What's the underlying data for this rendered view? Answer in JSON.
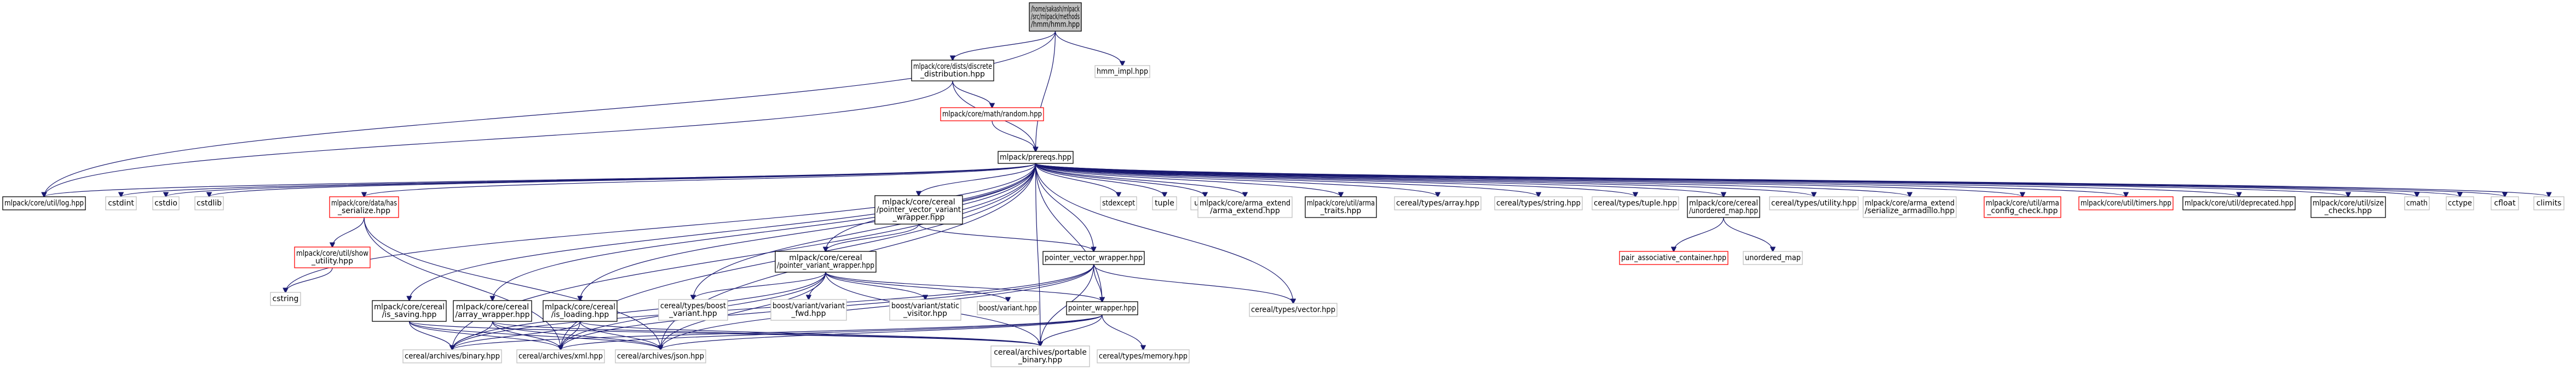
{
  "graph": {
    "root": "root",
    "nodes": [
      {
        "id": "root",
        "kind": "root",
        "lines": [
          "/home/sakash/mlpack",
          "/src/mlpack/methods",
          "/hmm/hmm.hpp"
        ]
      },
      {
        "id": "discrete",
        "kind": "doc",
        "lines": [
          "mlpack/core/dists/discrete",
          "_distribution.hpp"
        ]
      },
      {
        "id": "hmm_impl",
        "kind": "plain",
        "lines": [
          "hmm_impl.hpp"
        ]
      },
      {
        "id": "random",
        "kind": "red",
        "lines": [
          "mlpack/core/math/random.hpp"
        ]
      },
      {
        "id": "prereqs",
        "kind": "doc",
        "lines": [
          "mlpack/prereqs.hpp"
        ]
      },
      {
        "id": "log",
        "kind": "doc",
        "lines": [
          "mlpack/core/util/log.hpp"
        ]
      },
      {
        "id": "cstdint",
        "kind": "plain",
        "lines": [
          "cstdint"
        ]
      },
      {
        "id": "cstdio",
        "kind": "plain",
        "lines": [
          "cstdio"
        ]
      },
      {
        "id": "cstdlib",
        "kind": "plain",
        "lines": [
          "cstdlib"
        ]
      },
      {
        "id": "has_serialize",
        "kind": "red",
        "lines": [
          "mlpack/core/data/has",
          "_serialize.hpp"
        ]
      },
      {
        "id": "pvv_wrapper",
        "kind": "doc",
        "lines": [
          "mlpack/core/cereal",
          "/pointer_vector_variant",
          "_wrapper.hpp"
        ]
      },
      {
        "id": "stdexcept",
        "kind": "plain",
        "lines": [
          "stdexcept"
        ]
      },
      {
        "id": "tuple",
        "kind": "plain",
        "lines": [
          "tuple"
        ]
      },
      {
        "id": "utility",
        "kind": "plain",
        "lines": [
          "utility"
        ]
      },
      {
        "id": "arma_extend",
        "kind": "plain",
        "lines": [
          "mlpack/core/arma_extend",
          "/arma_extend.hpp"
        ]
      },
      {
        "id": "arma_traits",
        "kind": "doc",
        "lines": [
          "mlpack/core/util/arma",
          "_traits.hpp"
        ]
      },
      {
        "id": "array_hpp",
        "kind": "plain",
        "lines": [
          "cereal/types/array.hpp"
        ]
      },
      {
        "id": "string_hpp",
        "kind": "plain",
        "lines": [
          "cereal/types/string.hpp"
        ]
      },
      {
        "id": "tuple_hpp",
        "kind": "plain",
        "lines": [
          "cereal/types/tuple.hpp"
        ]
      },
      {
        "id": "unordered_map_w",
        "kind": "doc",
        "lines": [
          "mlpack/core/cereal",
          "/unordered_map.hpp"
        ]
      },
      {
        "id": "utility_hpp",
        "kind": "plain",
        "lines": [
          "cereal/types/utility.hpp"
        ]
      },
      {
        "id": "serialize_armadillo",
        "kind": "plain",
        "lines": [
          "mlpack/core/arma_extend",
          "/serialize_armadillo.hpp"
        ]
      },
      {
        "id": "arma_config_check",
        "kind": "red",
        "lines": [
          "mlpack/core/util/arma",
          "_config_check.hpp"
        ]
      },
      {
        "id": "timers",
        "kind": "red",
        "lines": [
          "mlpack/core/util/timers.hpp"
        ]
      },
      {
        "id": "deprecated",
        "kind": "doc",
        "lines": [
          "mlpack/core/util/deprecated.hpp"
        ]
      },
      {
        "id": "size_checks",
        "kind": "doc",
        "lines": [
          "mlpack/core/util/size",
          "_checks.hpp"
        ]
      },
      {
        "id": "cmath",
        "kind": "plain",
        "lines": [
          "cmath"
        ]
      },
      {
        "id": "cctype",
        "kind": "plain",
        "lines": [
          "cctype"
        ]
      },
      {
        "id": "cfloat",
        "kind": "plain",
        "lines": [
          "cfloat"
        ]
      },
      {
        "id": "climits",
        "kind": "plain",
        "lines": [
          "climits"
        ]
      },
      {
        "id": "show_utility",
        "kind": "red",
        "lines": [
          "mlpack/core/util/show",
          "_utility.hpp"
        ]
      },
      {
        "id": "cstring",
        "kind": "plain",
        "lines": [
          "cstring"
        ]
      },
      {
        "id": "pv_wrapper",
        "kind": "doc",
        "lines": [
          "mlpack/core/cereal",
          "/pointer_variant_wrapper.hpp"
        ]
      },
      {
        "id": "pointer_vector_wrapper",
        "kind": "doc",
        "lines": [
          "pointer_vector_wrapper.hpp"
        ]
      },
      {
        "id": "pair_assoc",
        "kind": "red",
        "lines": [
          "pair_associative_container.hpp"
        ]
      },
      {
        "id": "unordered_map",
        "kind": "plain",
        "lines": [
          "unordered_map"
        ]
      },
      {
        "id": "boost_variant_cereal",
        "kind": "plain",
        "lines": [
          "cereal/types/boost",
          "_variant.hpp"
        ]
      },
      {
        "id": "variant_fwd",
        "kind": "plain",
        "lines": [
          "boost/variant/variant",
          "_fwd.hpp"
        ]
      },
      {
        "id": "static_visitor",
        "kind": "plain",
        "lines": [
          "boost/variant/static",
          "_visitor.hpp"
        ]
      },
      {
        "id": "boost_variant",
        "kind": "plain",
        "lines": [
          "boost/variant.hpp"
        ]
      },
      {
        "id": "pointer_wrapper",
        "kind": "doc",
        "lines": [
          "pointer_wrapper.hpp"
        ]
      },
      {
        "id": "vector_hpp",
        "kind": "plain",
        "lines": [
          "cereal/types/vector.hpp"
        ]
      },
      {
        "id": "is_saving",
        "kind": "doc",
        "lines": [
          "mlpack/core/cereal",
          "/is_saving.hpp"
        ]
      },
      {
        "id": "array_wrapper",
        "kind": "doc",
        "lines": [
          "mlpack/core/cereal",
          "/array_wrapper.hpp"
        ]
      },
      {
        "id": "is_loading",
        "kind": "doc",
        "lines": [
          "mlpack/core/cereal",
          "/is_loading.hpp"
        ]
      },
      {
        "id": "binary",
        "kind": "plain",
        "lines": [
          "cereal/archives/binary.hpp"
        ]
      },
      {
        "id": "xml",
        "kind": "plain",
        "lines": [
          "cereal/archives/xml.hpp"
        ]
      },
      {
        "id": "json",
        "kind": "plain",
        "lines": [
          "cereal/archives/json.hpp"
        ]
      },
      {
        "id": "portable_binary",
        "kind": "plain",
        "lines": [
          "cereal/archives/portable",
          "_binary.hpp"
        ]
      },
      {
        "id": "memory_hpp",
        "kind": "plain",
        "lines": [
          "cereal/types/memory.hpp"
        ]
      }
    ],
    "edges": [
      [
        "root",
        "discrete"
      ],
      [
        "root",
        "hmm_impl"
      ],
      [
        "root",
        "prereqs"
      ],
      [
        "root",
        "log"
      ],
      [
        "discrete",
        "random"
      ],
      [
        "discrete",
        "prereqs"
      ],
      [
        "discrete",
        "log"
      ],
      [
        "random",
        "prereqs"
      ],
      [
        "prereqs",
        "log"
      ],
      [
        "prereqs",
        "cstdint"
      ],
      [
        "prereqs",
        "cstdio"
      ],
      [
        "prereqs",
        "cstdlib"
      ],
      [
        "prereqs",
        "has_serialize"
      ],
      [
        "prereqs",
        "pvv_wrapper"
      ],
      [
        "prereqs",
        "stdexcept"
      ],
      [
        "prereqs",
        "tuple"
      ],
      [
        "prereqs",
        "utility"
      ],
      [
        "prereqs",
        "arma_extend"
      ],
      [
        "prereqs",
        "arma_traits"
      ],
      [
        "prereqs",
        "array_hpp"
      ],
      [
        "prereqs",
        "string_hpp"
      ],
      [
        "prereqs",
        "tuple_hpp"
      ],
      [
        "prereqs",
        "unordered_map_w"
      ],
      [
        "prereqs",
        "utility_hpp"
      ],
      [
        "prereqs",
        "serialize_armadillo"
      ],
      [
        "prereqs",
        "arma_config_check"
      ],
      [
        "prereqs",
        "timers"
      ],
      [
        "prereqs",
        "deprecated"
      ],
      [
        "prereqs",
        "size_checks"
      ],
      [
        "prereqs",
        "cmath"
      ],
      [
        "prereqs",
        "cctype"
      ],
      [
        "prereqs",
        "cfloat"
      ],
      [
        "prereqs",
        "climits"
      ],
      [
        "prereqs",
        "cstring"
      ],
      [
        "prereqs",
        "pv_wrapper"
      ],
      [
        "prereqs",
        "pointer_vector_wrapper"
      ],
      [
        "prereqs",
        "pointer_wrapper"
      ],
      [
        "prereqs",
        "boost_variant_cereal"
      ],
      [
        "prereqs",
        "vector_hpp"
      ],
      [
        "prereqs",
        "is_saving"
      ],
      [
        "prereqs",
        "array_wrapper"
      ],
      [
        "prereqs",
        "is_loading"
      ],
      [
        "prereqs",
        "binary"
      ],
      [
        "prereqs",
        "xml"
      ],
      [
        "prereqs",
        "json"
      ],
      [
        "prereqs",
        "portable_binary"
      ],
      [
        "has_serialize",
        "show_utility"
      ],
      [
        "show_utility",
        "cstring"
      ],
      [
        "has_serialize",
        "xml"
      ],
      [
        "has_serialize",
        "json"
      ],
      [
        "pvv_wrapper",
        "pv_wrapper"
      ],
      [
        "pvv_wrapper",
        "pointer_vector_wrapper"
      ],
      [
        "unordered_map_w",
        "pair_assoc"
      ],
      [
        "unordered_map_w",
        "unordered_map"
      ],
      [
        "pv_wrapper",
        "boost_variant_cereal"
      ],
      [
        "pv_wrapper",
        "variant_fwd"
      ],
      [
        "pv_wrapper",
        "static_visitor"
      ],
      [
        "pv_wrapper",
        "boost_variant"
      ],
      [
        "pv_wrapper",
        "pointer_wrapper"
      ],
      [
        "pv_wrapper",
        "binary"
      ],
      [
        "pv_wrapper",
        "xml"
      ],
      [
        "pv_wrapper",
        "json"
      ],
      [
        "pv_wrapper",
        "portable_binary"
      ],
      [
        "pointer_vector_wrapper",
        "pointer_wrapper"
      ],
      [
        "pointer_vector_wrapper",
        "vector_hpp"
      ],
      [
        "pointer_vector_wrapper",
        "binary"
      ],
      [
        "pointer_vector_wrapper",
        "xml"
      ],
      [
        "pointer_vector_wrapper",
        "json"
      ],
      [
        "pointer_vector_wrapper",
        "portable_binary"
      ],
      [
        "pointer_wrapper",
        "memory_hpp"
      ],
      [
        "pointer_wrapper",
        "binary"
      ],
      [
        "pointer_wrapper",
        "xml"
      ],
      [
        "pointer_wrapper",
        "json"
      ],
      [
        "pointer_wrapper",
        "portable_binary"
      ],
      [
        "is_saving",
        "binary"
      ],
      [
        "is_saving",
        "xml"
      ],
      [
        "is_saving",
        "json"
      ],
      [
        "is_saving",
        "portable_binary"
      ],
      [
        "array_wrapper",
        "binary"
      ],
      [
        "array_wrapper",
        "xml"
      ],
      [
        "array_wrapper",
        "json"
      ],
      [
        "array_wrapper",
        "portable_binary"
      ],
      [
        "is_loading",
        "binary"
      ],
      [
        "is_loading",
        "xml"
      ],
      [
        "is_loading",
        "json"
      ],
      [
        "is_loading",
        "portable_binary"
      ]
    ]
  }
}
